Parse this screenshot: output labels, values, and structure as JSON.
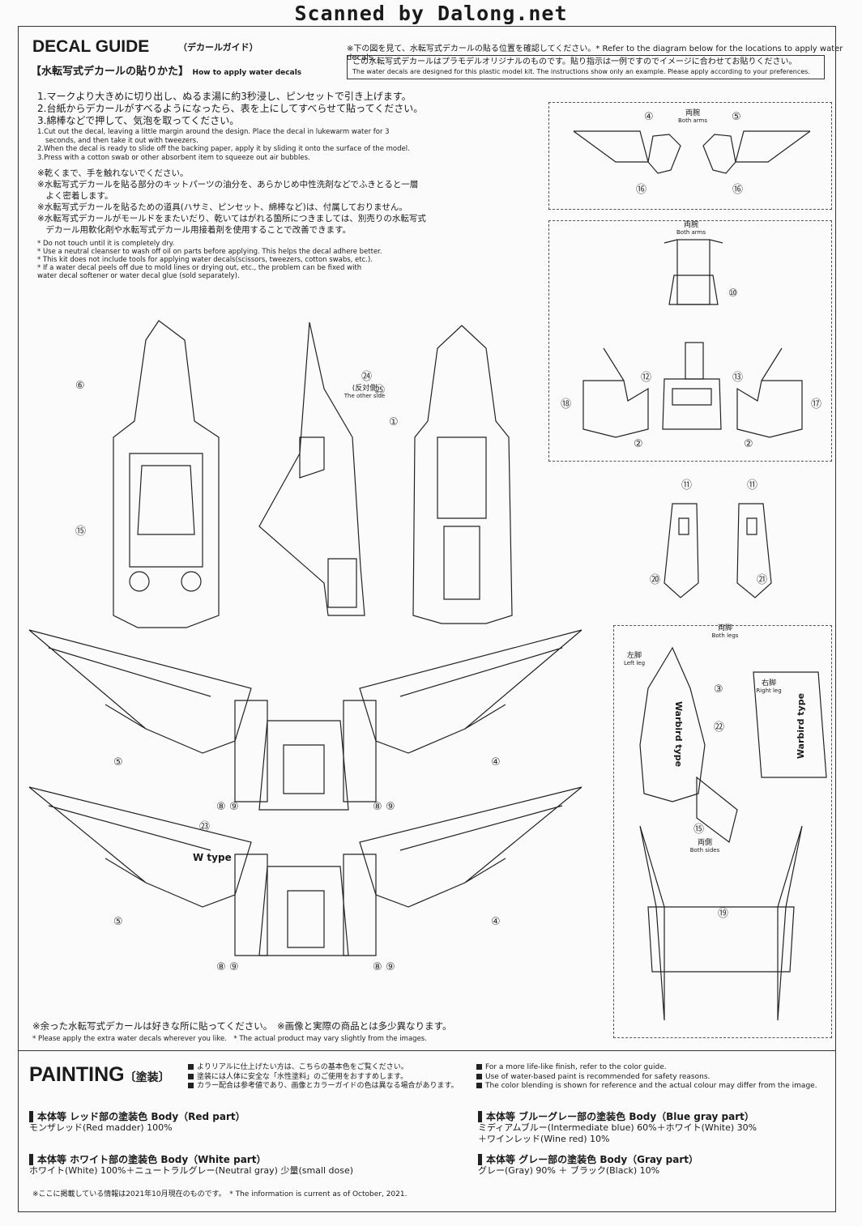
{
  "watermark": "Scanned by Dalong.net",
  "decal_guide": {
    "title": "DECAL GUIDE",
    "subtitle": "（デカールガイド）",
    "howto_jp": "【水転写式デカールの貼りかた】",
    "howto_en": "How to apply water decals",
    "top_note": "※下の図を見て、水転写式デカールの貼る位置を確認してください。* Refer to the diagram below for the locations to apply water decals.",
    "box_note_jp": "この水転写式デカールはプラモデルオリジナルのものです。貼り指示は一例ですのでイメージに合わせてお貼りください。",
    "box_note_en": "The water decals are designed for this plastic model kit. The instructions show only an example. Please apply according to your preferences.",
    "steps_jp": [
      "1.マークより大きめに切り出し、ぬるま湯に約3秒浸し、ピンセットで引き上げます。",
      "2.台紙からデカールがすべるようになったら、表を上にしてすべらせて貼ってください。",
      "3.綿棒などで押して、気泡を取ってください。"
    ],
    "steps_en": [
      "1.Cut out the decal, leaving a little margin around the design. Place the decal in lukewarm water for 3",
      "   seconds, and then take it out with tweezers.",
      "2.When the decal is ready to slide off the backing paper, apply it by sliding it onto the surface of the model.",
      "3.Press with a cotton swab or other absorbent item to squeeze out air bubbles."
    ],
    "notes_jp": [
      "※乾くまで、手を触れないでください。",
      "※水転写式デカールを貼る部分のキットパーツの油分を、あらかじめ中性洗剤などでふきとると一層",
      "　よく密着します。",
      "※水転写式デカールを貼るための道具(ハサミ、ピンセット、綿棒など)は、付属しておりません。",
      "※水転写式デカールがモールドをまたいだり、乾いてはがれる箇所につきましては、別売りの水転写式",
      "　デカール用軟化剤や水転写式デカール用接着剤を使用することで改善できます。"
    ],
    "notes_en": [
      "* Do not touch until it is completely dry.",
      "* Use a neutral cleanser to wash off oil on parts before applying. This helps the decal adhere better.",
      "* This kit does not include tools for applying water decals(scissors, tweezers, cotton swabs, etc.).",
      "* If a water decal peels off due to mold lines or drying out, etc., the problem can be fixed with",
      "  water decal softener or water decal glue (sold separately)."
    ]
  },
  "diagram_labels": {
    "both_arms_jp": "両腕",
    "both_arms_en": "Both arms",
    "both_legs_jp": "両脚",
    "both_legs_en": "Both legs",
    "left_leg_jp": "左脚",
    "left_leg_en": "Left leg",
    "right_leg_jp": "右脚",
    "right_leg_en": "Right leg",
    "both_sides_jp": "両側",
    "both_sides_en": "Both sides",
    "other_side_jp": "(反対側",
    "other_side_en": "The other side",
    "warbird": "Warbird type",
    "wtype": "W type"
  },
  "decal_numbers": [
    "①",
    "②",
    "③",
    "④",
    "⑤",
    "⑥",
    "⑧",
    "⑨",
    "⑩",
    "⑪",
    "⑫",
    "⑬",
    "⑮",
    "⑯",
    "⑰",
    "⑱",
    "⑲",
    "⑳",
    "㉑",
    "㉒",
    "㉓",
    "㉔",
    "㉕"
  ],
  "extra": {
    "jp": "※余った水転写式デカールは好きな所に貼ってください。　※画像と実際の商品とは多少異なります。",
    "en": "* Please apply the extra water decals wherever you like.　* The actual product may vary slightly from the images."
  },
  "painting": {
    "title": "PAINTING",
    "title_jp": "〔塗装〕",
    "notes_jp": [
      "よりリアルに仕上げたい方は、こちらの基本色をご覧ください。",
      "塗装には人体に安全な「水性塗料」のご使用をおすすめします。",
      "カラー配合は参考値であり、画像とカラーガイドの色は異なる場合があります。"
    ],
    "notes_en": [
      "For a more life-like finish, refer to the color guide.",
      "Use of water-based paint is recommended for safety reasons.",
      "The color blending is shown for reference and the actual colour may differ from the image."
    ],
    "colors": [
      {
        "head": "本体等 レッド部の塗装色 Body（Red part）",
        "mix": "モンザレッド(Red madder) 100%"
      },
      {
        "head": "本体等 ホワイト部の塗装色 Body（White part）",
        "mix": "ホワイト(White) 100%＋ニュートラルグレー(Neutral gray) 少量(small dose)"
      },
      {
        "head": "本体等 ブルーグレー部の塗装色 Body（Blue gray part）",
        "mix": "ミディアムブルー(Intermediate blue) 60%＋ホワイト(White) 30%",
        "mix2": "＋ワインレッド(Wine red) 10%"
      },
      {
        "head": "本体等 グレー部の塗装色 Body（Gray part）",
        "mix": "グレー(Gray) 90% ＋ ブラック(Black) 10%"
      }
    ]
  },
  "footer": "※ここに掲載している情報は2021年10月現在のものです。　* The information is current as of October, 2021."
}
